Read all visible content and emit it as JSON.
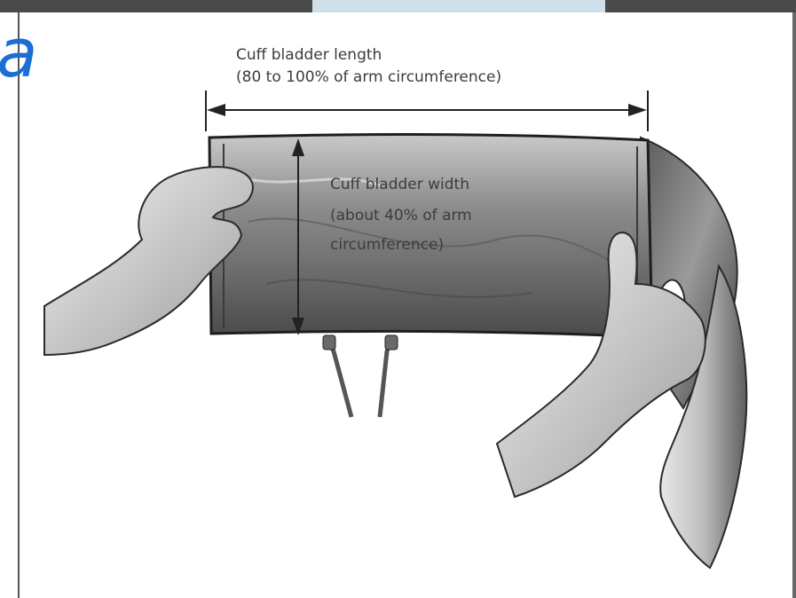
{
  "top_letter": "a",
  "diagram": {
    "length_label_line1": "Cuff bladder length",
    "length_label_line2": "(80 to 100% of arm circumference)",
    "width_label_line1": "Cuff bladder width",
    "width_label_line2": "(about 40% of arm",
    "width_label_line3": "circumference)"
  }
}
